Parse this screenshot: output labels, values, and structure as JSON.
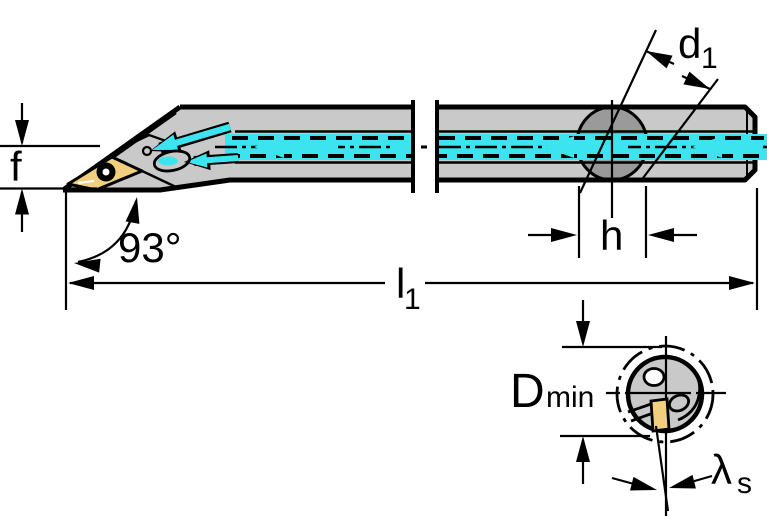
{
  "diagram": {
    "kind": "technical-drawing",
    "subject": "boring bar with indexable insert, internal coolant supply, side view with break, plus end view",
    "labels": {
      "f": "f",
      "angle": "93°",
      "l1_base": "l",
      "l1_sub": "1",
      "h": "h",
      "d1_base": "d",
      "d1_sub": "1",
      "dmin_base": "D",
      "dmin_sub": "min",
      "lambda_base": "λ",
      "lambda_sub": "s"
    },
    "colors": {
      "body_gray": "#c9c9c9",
      "clamp_area_gray": "#9a9a9a",
      "coolant_cyan": "#3ce4ef",
      "insert_gold": "#f2cf7f",
      "line_black": "#000000",
      "background": "#ffffff"
    }
  }
}
